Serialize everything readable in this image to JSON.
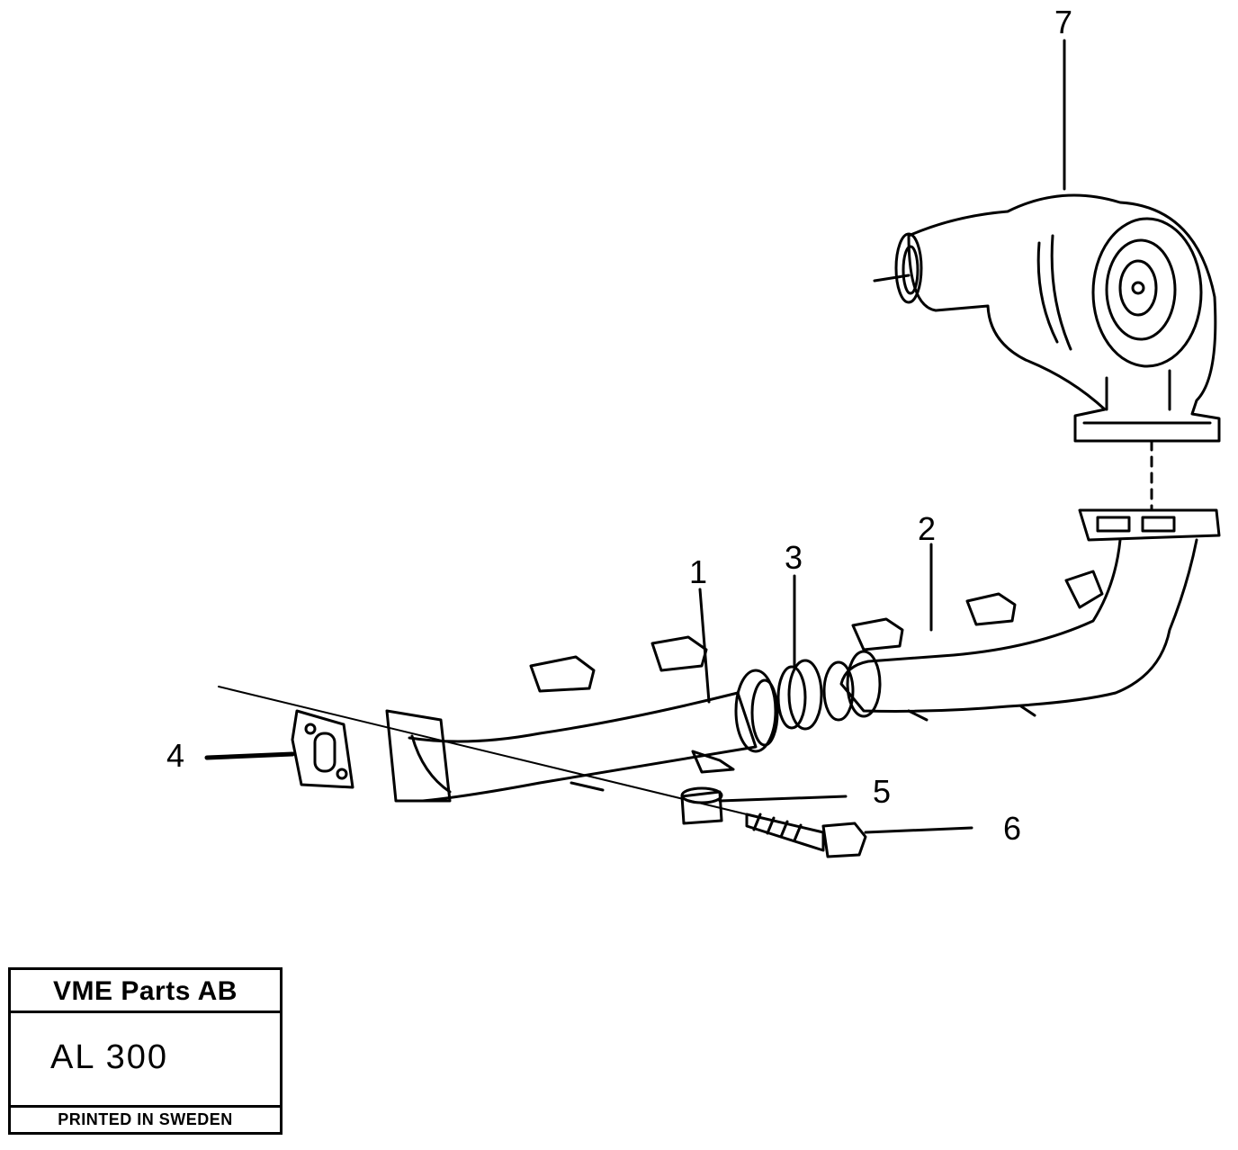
{
  "callouts": {
    "c1": "1",
    "c2": "2",
    "c3": "3",
    "c4": "4",
    "c5": "5",
    "c6": "6",
    "c7": "7"
  },
  "title_block": {
    "company": "VME Parts AB",
    "code": "AL 300",
    "printed": "PRINTED IN SWEDEN"
  },
  "colors": {
    "ink": "#000000",
    "paper": "#ffffff"
  }
}
